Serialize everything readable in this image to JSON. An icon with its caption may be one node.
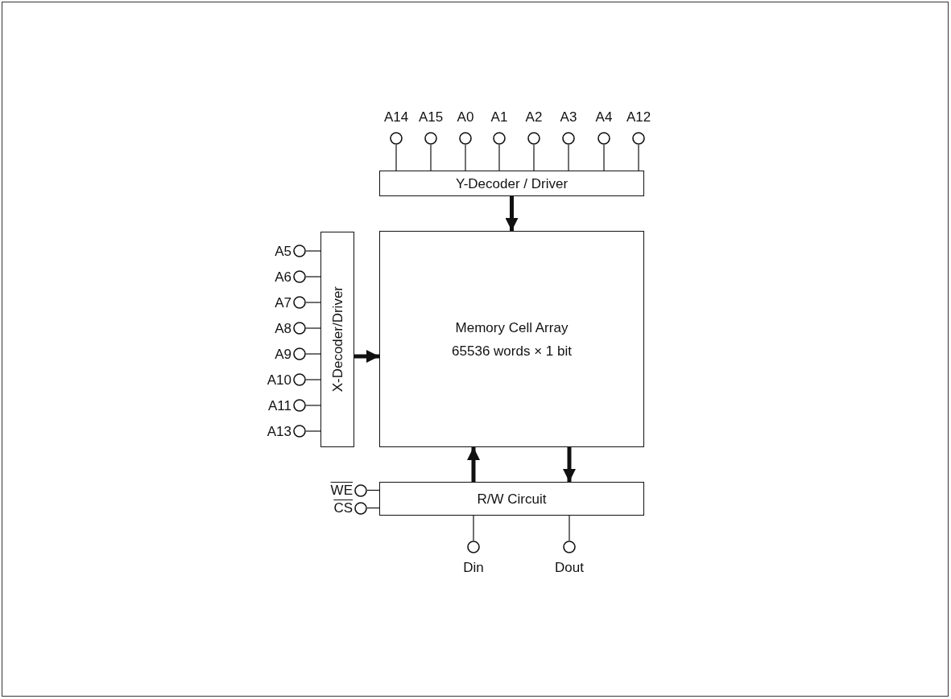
{
  "diagram": {
    "nodes": [
      {
        "text": [
          "A14"
        ]
      },
      {
        "text": [
          "A15"
        ]
      },
      {
        "text": [
          "A0"
        ]
      },
      {
        "text": [
          "A1"
        ]
      },
      {
        "text": [
          "A2"
        ]
      },
      {
        "text": [
          "A3"
        ]
      },
      {
        "text": [
          "A4"
        ]
      },
      {
        "text": [
          "A12"
        ]
      },
      {
        "text": [
          "Y-Decoder / Driver"
        ]
      },
      {
        "text": [
          "A5"
        ]
      },
      {
        "text": [
          "A6"
        ]
      },
      {
        "text": [
          "A7"
        ]
      },
      {
        "text": [
          "A8"
        ]
      },
      {
        "text": [
          "A9"
        ]
      },
      {
        "text": [
          "A10"
        ]
      },
      {
        "text": [
          "A11"
        ]
      },
      {
        "text": [
          "A13"
        ]
      },
      {
        "text": [
          "X-Decoder/Driver"
        ]
      },
      {
        "text": [
          "Memory Cell Array",
          "65536 words × 1 bit"
        ]
      },
      {
        "text": [
          "WE"
        ]
      },
      {
        "text": [
          "CS"
        ]
      },
      {
        "text": [
          "R/W Circuit"
        ]
      },
      {
        "text": [
          "Din"
        ]
      },
      {
        "text": [
          "Dout"
        ]
      }
    ],
    "edges": [
      {
        "from": 0,
        "to": 8,
        "arrow": "none"
      },
      {
        "from": 1,
        "to": 8,
        "arrow": "none"
      },
      {
        "from": 2,
        "to": 8,
        "arrow": "none"
      },
      {
        "from": 3,
        "to": 8,
        "arrow": "none"
      },
      {
        "from": 4,
        "to": 8,
        "arrow": "none"
      },
      {
        "from": 5,
        "to": 8,
        "arrow": "none"
      },
      {
        "from": 6,
        "to": 8,
        "arrow": "none"
      },
      {
        "from": 7,
        "to": 8,
        "arrow": "none"
      },
      {
        "from": 8,
        "to": 18,
        "arrow": "to",
        "style": "thick"
      },
      {
        "from": 9,
        "to": 17,
        "arrow": "none"
      },
      {
        "from": 10,
        "to": 17,
        "arrow": "none"
      },
      {
        "from": 11,
        "to": 17,
        "arrow": "none"
      },
      {
        "from": 12,
        "to": 17,
        "arrow": "none"
      },
      {
        "from": 13,
        "to": 17,
        "arrow": "none"
      },
      {
        "from": 14,
        "to": 17,
        "arrow": "none"
      },
      {
        "from": 15,
        "to": 17,
        "arrow": "none"
      },
      {
        "from": 16,
        "to": 17,
        "arrow": "none"
      },
      {
        "from": 17,
        "to": 18,
        "arrow": "to",
        "style": "thick"
      },
      {
        "from": 21,
        "to": 18,
        "arrow": "to",
        "style": "thick"
      },
      {
        "from": 18,
        "to": 21,
        "arrow": "to",
        "style": "thick"
      },
      {
        "from": 19,
        "to": 21,
        "arrow": "none"
      },
      {
        "from": 20,
        "to": 21,
        "arrow": "none"
      },
      {
        "from": 22,
        "to": 21,
        "arrow": "none"
      },
      {
        "from": 21,
        "to": 23,
        "arrow": "none"
      }
    ]
  }
}
